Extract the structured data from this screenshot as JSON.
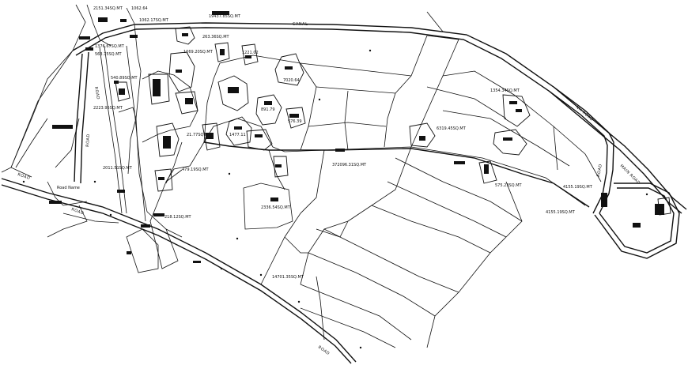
{
  "labels": {
    "area_2151": "2151.34SQ.MT",
    "area_1062a": "1062.64",
    "area_19437": "19437.85SQ.MT",
    "area_1062b": "1062.17SQ.MT",
    "canal": "CANAL",
    "area_1376": "1376.67SQ.MT",
    "area_263": "263.36SQ.MT",
    "area_1069": "1069.20SQ.MT",
    "area_563": "563.75SQ.MT",
    "area_1221": "1221.02",
    "area_540": "540.89SQ.MT",
    "area_7020": "7020.64",
    "area_2223": "2223.95SQ.MT",
    "area_1354": "1354.34SQ.MT",
    "area_891": "891.79",
    "area_6319": "6319.45SQ.MT",
    "area_576": "576.39",
    "area_21": "21.77SQ.MT",
    "area_1477": "1477.11",
    "area_2011": "2011.51SQ.MT",
    "area_479": "479.19SQ.MT",
    "area_372096": "372096.31SQ.MT",
    "area_575": "575.23SQ.MT",
    "area_4155": "4155.19SQ.MT",
    "area_4155b": "4155.19SQ.MT",
    "area_2336": "2336.54SQ.MT",
    "area_218": "218.12SQ.MT",
    "area_14701": "14701.35SQ.MT",
    "road_main": "ROAD",
    "road_left": "ROAD",
    "road_v1": "ROAD",
    "road_v2": "ROAD",
    "road_right1": "NH ROAD",
    "road_right2": "ROAD",
    "road_right3": "MAIN ROAD",
    "road_name": "Road Name",
    "road_bottom": "ROAD"
  }
}
